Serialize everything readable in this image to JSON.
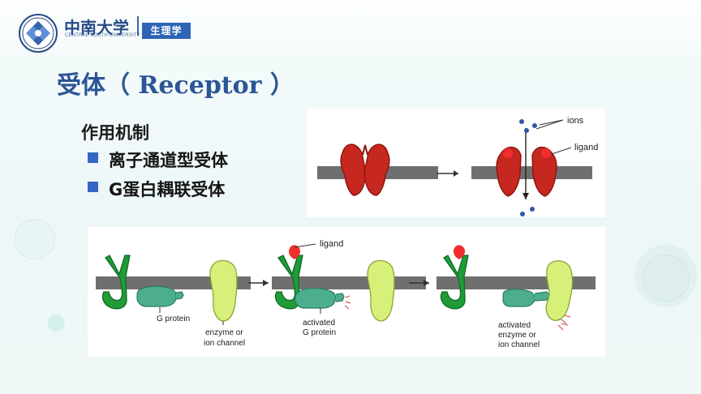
{
  "header": {
    "university_cn": "中南大学",
    "university_en": "CENTRAL SOUTH UNIVERSITY",
    "department": "生理学"
  },
  "title": "受体（ Receptor ）",
  "content": {
    "heading": "作用机制",
    "bullets": [
      {
        "label": "离子通道型受体"
      },
      {
        "label": "G蛋白耦联受体"
      }
    ]
  },
  "figure_top": {
    "label_ions": "ions",
    "label_ligand": "ligand"
  },
  "figure_bottom": {
    "label_ligand": "ligand",
    "label_g_protein": "G protein",
    "label_enzyme_line1": "enzyme or",
    "label_enzyme_line2": "ion channel",
    "label_activated_line1": "activated",
    "label_activated_g_line2": "G protein",
    "label_activated_enzyme_line1": "activated",
    "label_activated_enzyme_line2": "enzyme or",
    "label_activated_enzyme_line3": "ion channel"
  },
  "colors": {
    "title_blue": "#2b5596",
    "bullet_blue": "#3465c7",
    "badge_blue": "#2e64b6",
    "membrane_gray": "#6f6f6f",
    "receptor_red": "#c6281f",
    "ligand_red": "#f12d2d",
    "receptor_green": "#1f9b37",
    "light_green": "#d7f07a",
    "teal_green": "#4cae8d"
  },
  "icons": {
    "logo": "university-emblem-icon"
  }
}
